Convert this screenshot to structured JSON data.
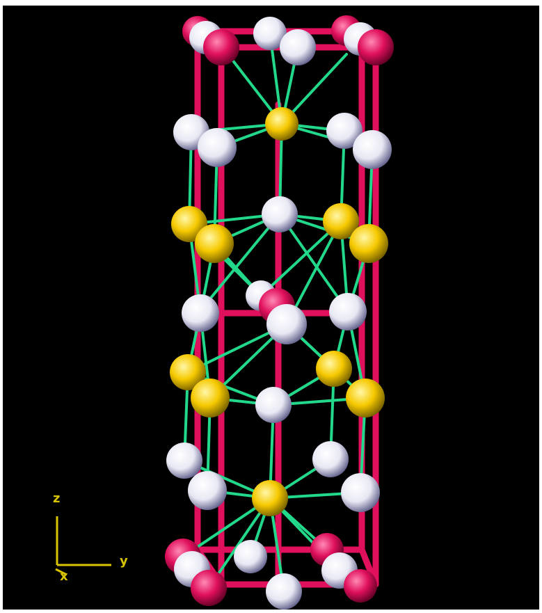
{
  "viewer": {
    "background": "#000000",
    "axes": {
      "z_label": "z",
      "y_label": "y",
      "x_label": "x",
      "color": "#d8c400"
    }
  },
  "colors": {
    "cell_edge": "#e0105c",
    "bond": "#22d88a",
    "atom_white": "#f2f2fa",
    "atom_yellow": "#f5c800",
    "atom_magenta": "#e0105c"
  },
  "species": [
    "magenta-atom",
    "white-atom",
    "yellow-atom"
  ]
}
